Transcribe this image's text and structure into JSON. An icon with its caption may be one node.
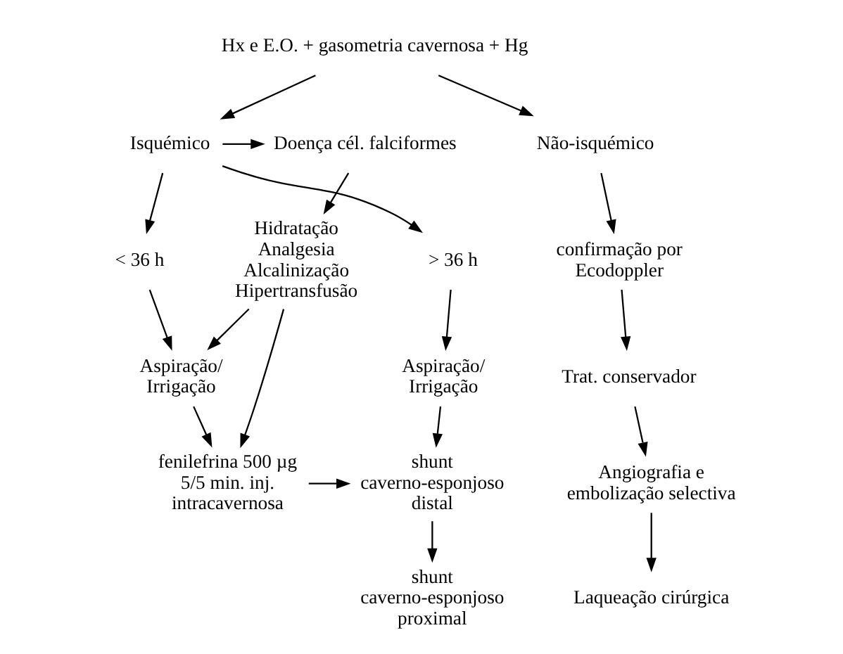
{
  "diagram": {
    "nodes": [
      {
        "text": [
          "Hx e E.O. + gasometria cavernosa + Hg"
        ]
      },
      {
        "text": [
          "Não-isquémico"
        ]
      },
      {
        "text": [
          "confirmação por Ecodoppler"
        ]
      },
      {
        "text": [
          "Trat. conservador"
        ]
      },
      {
        "text": [
          "Angiografia e embolização selectiva"
        ]
      },
      {
        "text": [
          "Laqueação cirúrgica"
        ]
      },
      {
        "text": [
          "Isquémico"
        ]
      },
      {
        "text": [
          "Doença cél. falciformes"
        ]
      },
      {
        "text": [
          "> 36 h"
        ]
      },
      {
        "text": [
          "< 36 h"
        ]
      },
      {
        "text": [
          "Hidratação Analgesia Alcalinização Hipertransfusão"
        ]
      },
      {
        "text": [
          "Aspiração/ Irrigação"
        ]
      },
      {
        "text": [
          "Aspiração/ Irrigação"
        ]
      },
      {
        "text": [
          "shunt caverno-esponjoso distal"
        ]
      },
      {
        "text": [
          "fenilefrina 500 µg 5/5 min. inj. intracavernosa"
        ]
      },
      {
        "text": [
          "shunt caverno-esponjoso proximal"
        ]
      }
    ],
    "edges": [
      {
        "from": 0,
        "to": 1,
        "arrow": "to"
      },
      {
        "from": 0,
        "to": 6,
        "arrow": "to"
      },
      {
        "from": 6,
        "to": 7,
        "arrow": "to"
      },
      {
        "from": 6,
        "to": 8,
        "arrow": "to"
      },
      {
        "from": 6,
        "to": 9,
        "arrow": "to"
      },
      {
        "from": 1,
        "to": 2,
        "arrow": "to"
      },
      {
        "from": 2,
        "to": 3,
        "arrow": "to"
      },
      {
        "from": 3,
        "to": 4,
        "arrow": "to"
      },
      {
        "from": 4,
        "to": 5,
        "arrow": "to"
      },
      {
        "from": 7,
        "to": 10,
        "arrow": "to"
      },
      {
        "from": 8,
        "to": 11,
        "arrow": "to"
      },
      {
        "from": 9,
        "to": 12,
        "arrow": "to"
      },
      {
        "from": 10,
        "to": 12,
        "arrow": "to"
      },
      {
        "from": 11,
        "to": 13,
        "arrow": "to"
      },
      {
        "from": 12,
        "to": 14,
        "arrow": "to"
      },
      {
        "from": 10,
        "to": 14,
        "arrow": "to"
      },
      {
        "from": 14,
        "to": 13,
        "arrow": "to"
      },
      {
        "from": 13,
        "to": 15,
        "arrow": "to"
      }
    ]
  }
}
